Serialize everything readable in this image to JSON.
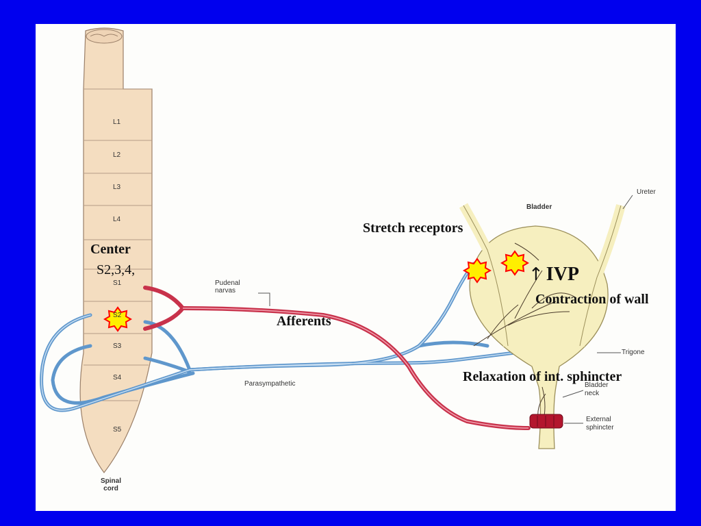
{
  "diagram": {
    "vertebrae": [
      "L1",
      "L2",
      "L3",
      "L4",
      "S1",
      "S2",
      "S3",
      "S4",
      "S5"
    ],
    "spinal_cord_label_line1": "Spinal",
    "spinal_cord_label_line2": "cord",
    "pudendal_label_line1": "Pudenal",
    "pudendal_label_line2": "narvas",
    "parasympathetic_label": "Parasympathetic",
    "bladder_label": "Bladder",
    "ureter_label": "Ureter",
    "trigone_label": "Trigone",
    "bladder_neck_line1": "Bladder",
    "bladder_neck_line2": "neck",
    "external_sphincter_line1": "External",
    "external_sphincter_line2": "sphincter"
  },
  "annotations": {
    "center": "Center",
    "center_segments": "S2,3,4,",
    "stretch_receptors": "Stretch receptors",
    "ivp_arrow": "↑",
    "ivp": "IVP",
    "contraction": "Contraction of wall",
    "afferents": "Afferents",
    "relaxation": "Relaxation of int. sphincter"
  },
  "colors": {
    "background": "#0000ee",
    "slide": "#fdfdfb",
    "cord_fill": "#f4ddc0",
    "bladder_fill": "#f6efbf",
    "nerve_red": "#c8324b",
    "nerve_blue": "#6fa6d8",
    "star_fill": "#ffef00",
    "star_stroke": "#ff0000"
  }
}
